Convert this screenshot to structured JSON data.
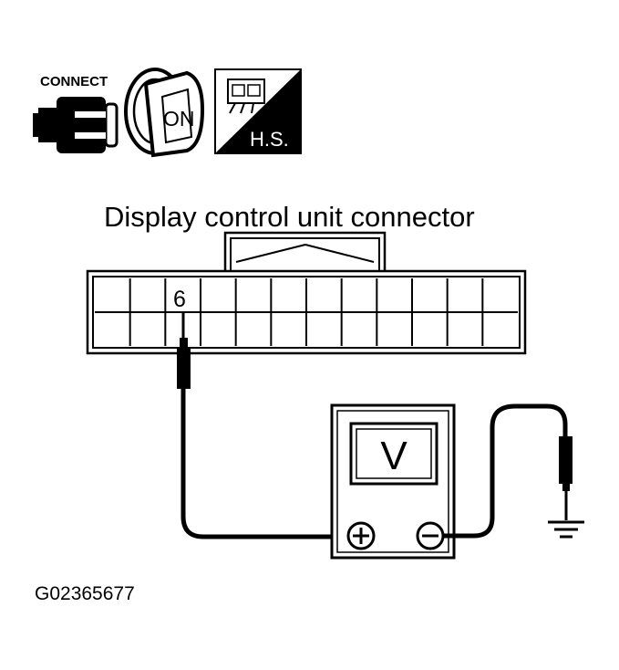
{
  "icons": {
    "connect_label": "CONNECT",
    "ignition_label": "ON",
    "harness_label": "H.S."
  },
  "connector": {
    "title": "Display control unit connector",
    "terminal_label": "6"
  },
  "voltmeter": {
    "display_label": "V",
    "positive_symbol": "+",
    "negative_symbol": "−"
  },
  "figure_id": "G02365677"
}
